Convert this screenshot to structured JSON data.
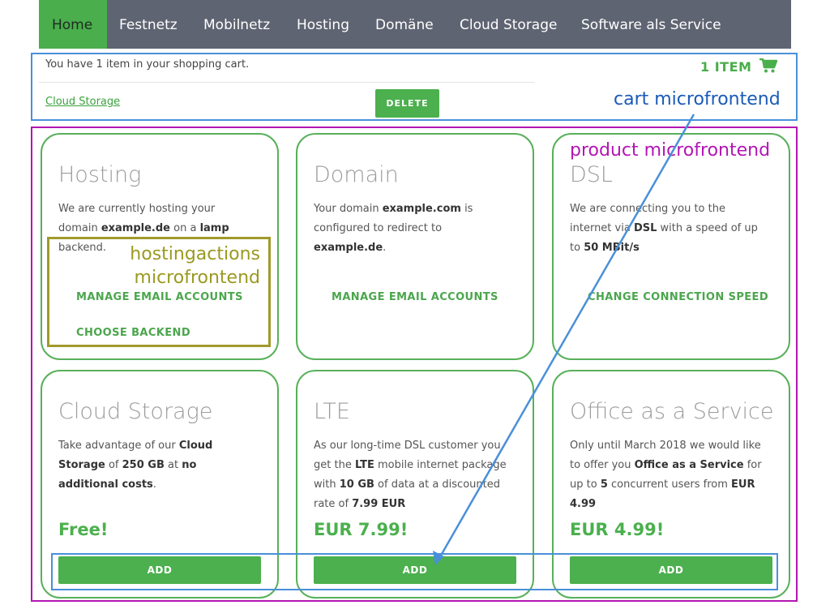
{
  "nav": {
    "items": [
      {
        "label": "Home",
        "active": true
      },
      {
        "label": "Festnetz"
      },
      {
        "label": "Mobilnetz"
      },
      {
        "label": "Hosting"
      },
      {
        "label": "Domäne"
      },
      {
        "label": "Cloud Storage"
      },
      {
        "label": "Software als Service"
      }
    ]
  },
  "cart": {
    "status_text": "You have 1 item in your shopping cart.",
    "item_link": "Cloud Storage",
    "delete_label": "DELETE",
    "count_label": "1 ITEM",
    "icon": "shopping-cart-icon"
  },
  "annotations": {
    "cart": "cart microfrontend",
    "product": "product microfrontend",
    "hosting_line1": "hostingactions",
    "hosting_line2": "microfrontend"
  },
  "cards": {
    "hosting": {
      "title": "Hosting",
      "d1": "We are currently hosting your domain ",
      "d2": "example.de",
      "d3": " on a ",
      "d4": "lamp",
      "d5": " backend.",
      "action1": "MANAGE EMAIL ACCOUNTS",
      "action2": "CHOOSE BACKEND"
    },
    "domain": {
      "title": "Domain",
      "d1": "Your domain ",
      "d2": "example.com",
      "d3": " is configured to redirect to ",
      "d4": "example.de",
      "d5": ".",
      "action1": "MANAGE EMAIL ACCOUNTS"
    },
    "dsl": {
      "title": "DSL",
      "d1": "We are connecting you to the internet via ",
      "d2": "DSL",
      "d3": " with a speed of up to ",
      "d4": "50 MBit/s",
      "action1": "CHANGE CONNECTION SPEED"
    },
    "cloud": {
      "title": "Cloud Storage",
      "d1": "Take advantage of our ",
      "d2": "Cloud Storage",
      "d3": " of ",
      "d4": "250 GB",
      "d5": " at ",
      "d6": "no additional costs",
      "d7": ".",
      "price": "Free!",
      "add_label": "ADD"
    },
    "lte": {
      "title": "LTE",
      "d1": "As our long-time DSL customer you get the ",
      "d2": "LTE",
      "d3": " mobile internet package with ",
      "d4": "10 GB",
      "d5": " of data at a discounted rate of ",
      "d6": "7.99 EUR",
      "price": "EUR 7.99!",
      "add_label": "ADD"
    },
    "office": {
      "title": "Office as a Service",
      "d1": "Only until March 2018 we would like to offer you ",
      "d2": "Office as a Service",
      "d3": " for up to ",
      "d4": "5",
      "d5": " concurrent users from ",
      "d6": "EUR 4.99",
      "price": "EUR 4.99!",
      "add_label": "ADD"
    }
  },
  "colors": {
    "nav_bg": "#5f6472",
    "accent_green": "#4bb04d",
    "cart_annotation": "#1a5ab8",
    "product_annotation": "#b316b3",
    "hosting_annotation": "#a09a2c"
  }
}
